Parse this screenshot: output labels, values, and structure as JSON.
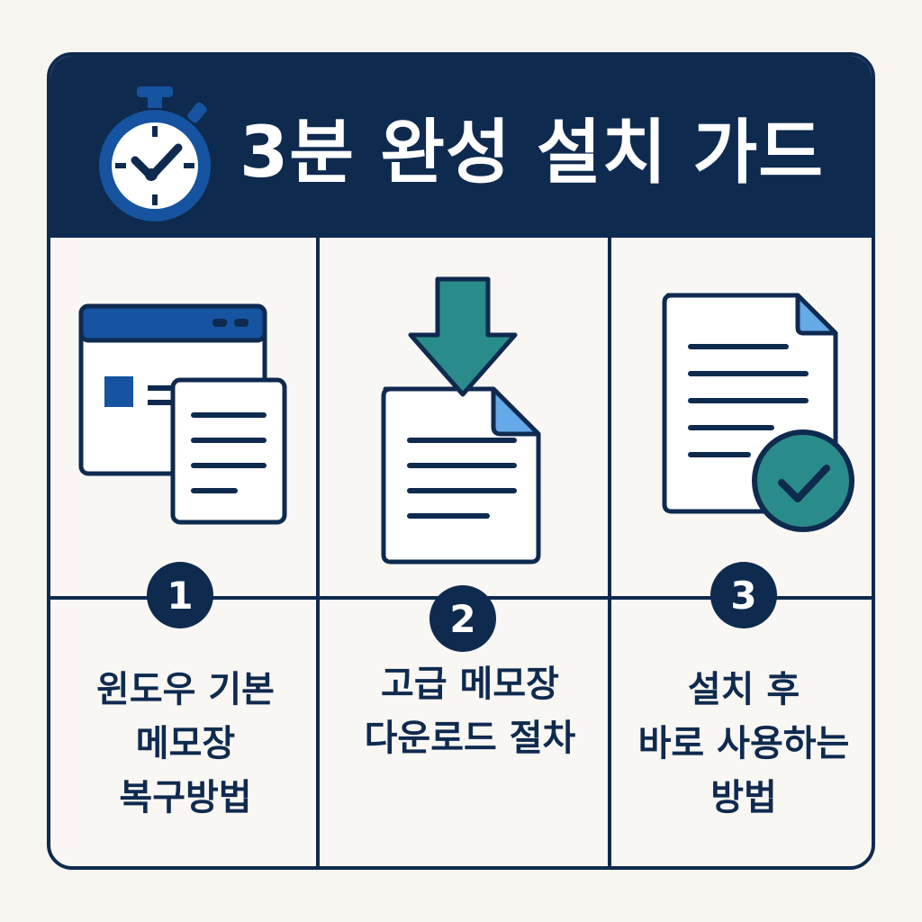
{
  "title": "3분 완성 설치 가드",
  "colors": {
    "navy": "#0f2a4f",
    "blue": "#1653a0",
    "teal": "#2a8b8b",
    "light_blue": "#66a9e8",
    "background": "#f8f7f3"
  },
  "icons": {
    "header": "stopwatch-icon",
    "step1": "window-with-document-icon",
    "step2": "download-document-icon",
    "step3": "document-check-icon"
  },
  "steps": [
    {
      "number": "1",
      "lines": [
        "윈도우 기본",
        "메모장",
        "복구방법"
      ]
    },
    {
      "number": "2",
      "lines": [
        "고급 메모장",
        "다운로드 절차"
      ]
    },
    {
      "number": "3",
      "lines": [
        "설치 후",
        "바로 사용하는",
        "방법"
      ]
    }
  ]
}
